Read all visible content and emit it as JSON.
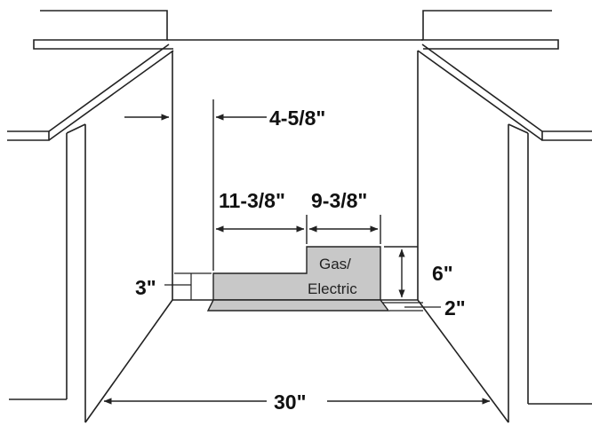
{
  "dimensions": {
    "setback": "4-5/8\"",
    "left_zone_width": "11-3/8\"",
    "right_zone_width": "9-3/8\"",
    "step_height": "6\"",
    "base_height": "3\"",
    "bottom_gap": "2\"",
    "cabinet_width": "30\""
  },
  "zone_label": {
    "line1": "Gas/",
    "line2": "Electric"
  },
  "colors": {
    "line": "#222222",
    "zone_fill": "#c8c8c8",
    "background": "#ffffff"
  }
}
